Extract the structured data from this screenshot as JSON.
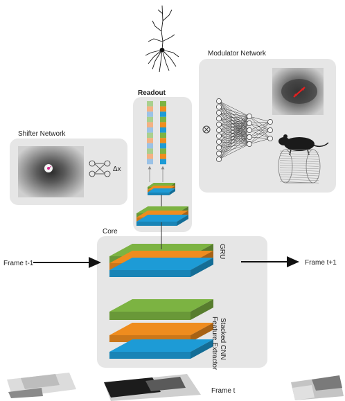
{
  "labels": {
    "modulator": "Modulator Network",
    "readout": "Readout",
    "shifter": "Shifter  Network",
    "delta_x": "Δx",
    "core": "Core",
    "gru": "GRU",
    "cnn_line1": "Stacked CNN",
    "cnn_line2": "Feature Extractor",
    "frame_prev": "Frame t-1",
    "frame_next": "Frame t+1",
    "frame_t": "Frame t"
  },
  "colors": {
    "green": "#7cb342",
    "orange": "#ef8c1e",
    "blue": "#1d9bd6",
    "panel": "#e6e6e6",
    "vector_a": [
      "#a9d08e",
      "#f4b183",
      "#9bc2e6",
      "#a9d08e",
      "#f4b183",
      "#9bc2e6",
      "#a9d08e",
      "#f4b183",
      "#9bc2e6",
      "#a9d08e",
      "#f4b183",
      "#9bc2e6"
    ],
    "vector_b": [
      "#7cb342",
      "#ef8c1e",
      "#1d9bd6",
      "#7cb342",
      "#ef8c1e",
      "#1d9bd6",
      "#7cb342",
      "#ef8c1e",
      "#1d9bd6",
      "#7cb342",
      "#ef8c1e",
      "#1d9bd6"
    ]
  },
  "icons": [
    "neuron-icon",
    "eye-icon",
    "mouse-icon",
    "treadmill-icon",
    "network-icon",
    "multiply-icon"
  ]
}
